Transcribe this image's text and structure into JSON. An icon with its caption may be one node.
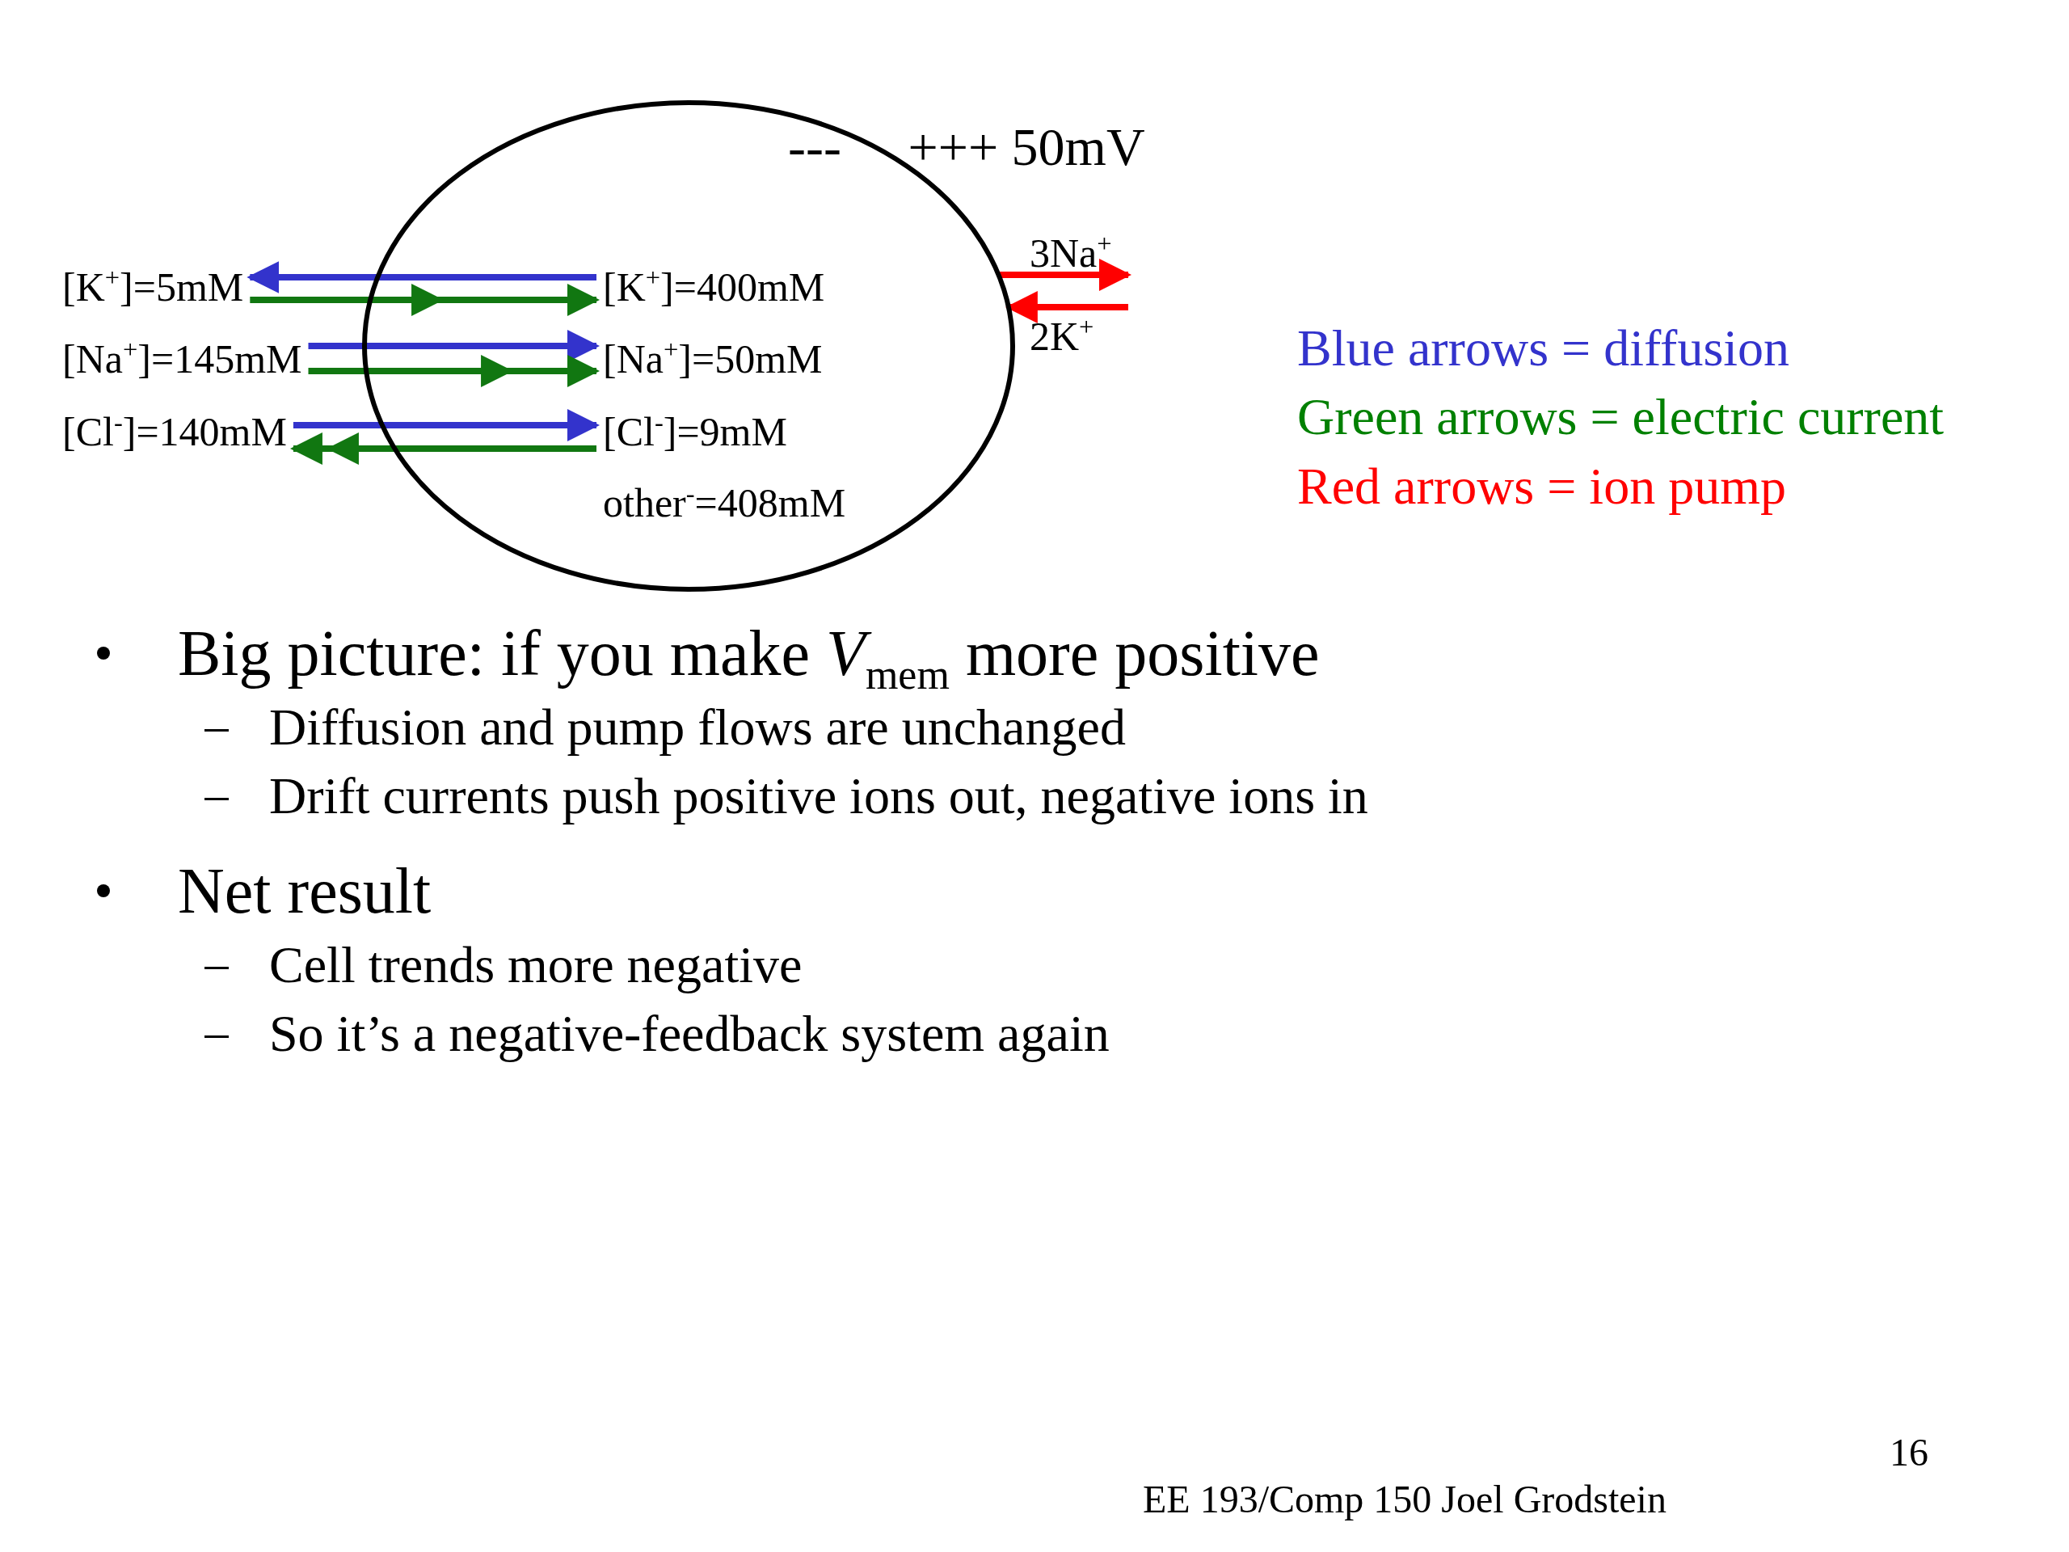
{
  "diagram": {
    "nodes": [
      {
        "text": [],
        "shape": "ellipse"
      },
      {
        "text": [
          "[K$^{+}$]=5mM"
        ]
      },
      {
        "text": [
          "[K$^{+}$]=400mM"
        ],
        "in": 0
      },
      {
        "text": [
          "[Na$^{+}$]=145mM"
        ]
      },
      {
        "text": [
          "[Na$^{+}$]=50mM"
        ],
        "in": 0
      },
      {
        "text": [
          "[Cl$^{-}$]=140mM"
        ]
      },
      {
        "text": [
          "[Cl$^{-}$]=9mM"
        ],
        "in": 0
      },
      {
        "text": [
          "other$^{-}$=408mM"
        ],
        "in": 0
      }
    ],
    "edges": [
      {
        "from": 2,
        "to": 1,
        "arrow": "to",
        "color": "#3333cc"
      },
      {
        "from": 1,
        "to": 2,
        "arrow": "to",
        "color": "#117711"
      },
      {
        "from": 3,
        "to": 4,
        "arrow": "to",
        "color": "#3333cc"
      },
      {
        "from": 3,
        "to": 4,
        "arrow": "to",
        "color": "#117711"
      },
      {
        "from": 5,
        "to": 6,
        "arrow": "to",
        "color": "#3333cc"
      },
      {
        "from": 6,
        "to": 5,
        "arrow": "to",
        "color": "#117711"
      },
      {
        "from": 0,
        "to": null,
        "arrow": "to",
        "label": "3Na$^{+}$",
        "color": "#ff0000"
      },
      {
        "from": null,
        "to": 0,
        "arrow": "to",
        "label": "2K$^{+}$",
        "color": "#ff0000"
      }
    ],
    "labels": [
      "---     +++ 50mV",
      "Big picture: if you make *V*$_{mem}$ more positive",
      "Diffusion and pump flows are unchanged",
      "Drift currents push positive ions out, negative ions in",
      "Net result",
      "Cell trends more negative",
      "So it’s a negative-feedback system again",
      "16",
      "EE 193/Comp 150 Joel Grodstein"
    ],
    "legend": [
      {
        "text": "Blue arrows = diffusion",
        "color": "#3333cc"
      },
      {
        "text": "Green arrows = electric current",
        "color": "#008000"
      },
      {
        "text": "Red arrows = ion pump",
        "color": "#ff0000"
      }
    ]
  }
}
